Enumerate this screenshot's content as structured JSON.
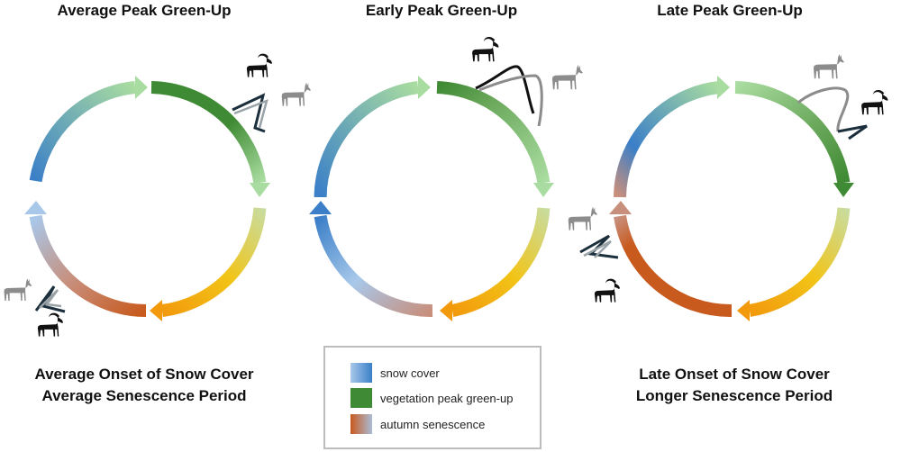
{
  "panels": [
    {
      "title": "Average Peak Green-Up",
      "bottom_lines": [
        "Average Onset of Snow Cover",
        "Average Senescence Period"
      ]
    },
    {
      "title": "Early Peak Green-Up",
      "bottom_lines": []
    },
    {
      "title": "Late Peak Green-Up",
      "bottom_lines": [
        "Late Onset of Snow Cover",
        "Longer Senescence Period"
      ]
    }
  ],
  "legend": {
    "items": [
      {
        "label": "snow cover",
        "color_from": "#a8c8ea",
        "color_to": "#3a7fc8"
      },
      {
        "label": "vegetation peak green-up",
        "color_from": "#3f8a34",
        "color_to": "#3f8a34"
      },
      {
        "label": "autumn senescence",
        "color_from": "#c85a1e",
        "color_to": "#a9bcd6"
      }
    ]
  },
  "colors": {
    "snow": "#3a7fc8",
    "snow_light": "#a8c8ea",
    "green_light": "#a9dca0",
    "green_dark": "#3f8a34",
    "yellow": "#f2c417",
    "orange": "#f29a0c",
    "senescence": "#c85a1e",
    "ibex_dark": "#111111",
    "ibex_gray": "#8c8c8c"
  }
}
